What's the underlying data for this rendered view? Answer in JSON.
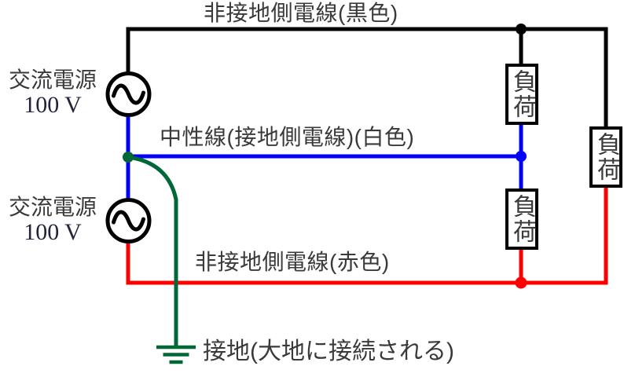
{
  "figure": {
    "type": "circuit-diagram",
    "wires": {
      "black": {
        "label": "非接地側電線(黒色)",
        "color": "#000000"
      },
      "neutral": {
        "label": "中性線(接地側電線)(白色)",
        "color": "#0000ff"
      },
      "red": {
        "label": "非接地側電線(赤色)",
        "color": "#ff0000"
      },
      "ground": {
        "label": "接地(大地に接続される)",
        "color": "#006837"
      }
    },
    "sources": [
      {
        "name": "交流電源",
        "voltage": "100 V"
      },
      {
        "name": "交流電源",
        "voltage": "100 V"
      }
    ],
    "loads": [
      {
        "label": "負荷"
      },
      {
        "label": "負荷"
      },
      {
        "label": "負荷"
      }
    ],
    "colors": {
      "symbol": "#000000",
      "text": "#3a3a3a",
      "voltage_text": "#23233c"
    }
  }
}
